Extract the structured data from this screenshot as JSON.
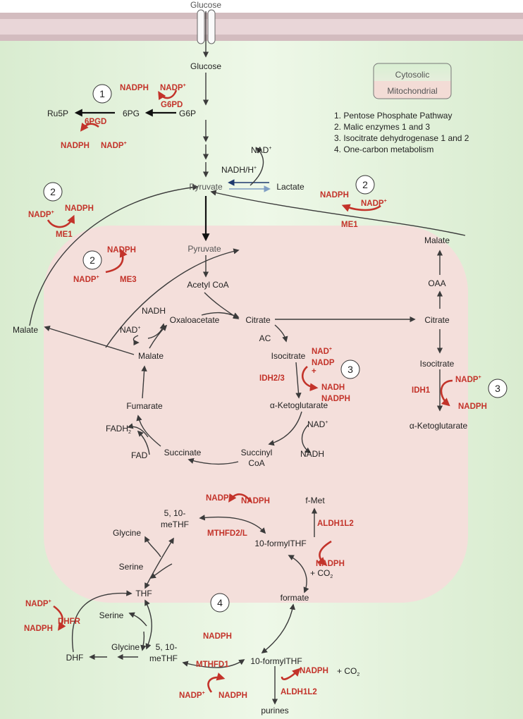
{
  "colors": {
    "cytosol": "#e2f2d8",
    "mitochondria": "#f4dfdb",
    "membrane": "#d9c3c6",
    "enzyme_red": "#c3332a",
    "arrow_dark": "#3b3b3b",
    "lactate_arrow_dark": "#1e3a6e",
    "lactate_arrow_light": "#7f9ec4"
  },
  "membrane": {
    "glucose_out": "Glucose"
  },
  "legend": {
    "cytosolic": "Cytosolic",
    "mitochondrial": "Mitochondrial",
    "items": [
      "1.  Pentose Phosphate Pathway",
      "2.  Malic enzymes 1 and 3",
      "3.  Isocitrate dehydrogenase 1 and 2",
      "4.  One-carbon metabolism"
    ]
  },
  "markers": {
    "one": "1",
    "two": "2",
    "three": "3",
    "four": "4"
  },
  "metabolites": {
    "glucose": "Glucose",
    "g6p": "G6P",
    "six_pg": "6PG",
    "ru5p": "Ru5P",
    "pyruvate": "Pyruvate",
    "lactate": "Lactate",
    "nadh_h": "NADH/H",
    "nad_plus": "NAD",
    "pyruvate_mito": "Pyruvate",
    "acetyl_coa": "Acetyl CoA",
    "citrate": "Citrate",
    "ac": "AC",
    "isocitrate": "Isocitrate",
    "akg": "α-Ketoglutarate",
    "succinyl_coa_1": "Succinyl",
    "succinyl_coa_2": "CoA",
    "succinate": "Succinate",
    "fumarate": "Fumarate",
    "malate": "Malate",
    "oxaloacetate": "Oxaloacetate",
    "nadh": "NADH",
    "fadh2": "FADH",
    "fad": "FAD",
    "malate_left": "Malate",
    "malate_right": "Malate",
    "oaa_right": "OAA",
    "citrate_right": "Citrate",
    "isocitrate_right": "Isocitrate",
    "akg_right": "α-Ketoglutarate",
    "f_met": "f-Met",
    "methf_m_1": "5, 10-",
    "methf_m_2": "meTHF",
    "formylthf_m": "10-formylTHF",
    "glycine_m": "Glycine",
    "serine_m": "Serine",
    "thf": "THF",
    "formate": "formate",
    "serine_c": "Serine",
    "glycine_c": "Glycine",
    "methf_c_1": "5, 10-",
    "methf_c_2": "meTHF",
    "dhf": "DHF",
    "formylthf_c": "10-formylTHF",
    "purines": "purines",
    "co2": "+ CO",
    "co2_c": "+ CO"
  },
  "cofactors": {
    "nadph": "NADPH",
    "nadp": "NADP",
    "nad": "NAD",
    "nadh": "NADH",
    "plus": "+",
    "two": "2"
  },
  "enzymes": {
    "g6pd": "G6PD",
    "six_pgd": "6PGD",
    "me1": "ME1",
    "me3": "ME3",
    "idh23": "IDH2/3",
    "idh1": "IDH1",
    "mthfd2l": "MTHFD2/L",
    "aldh1l2": "ALDH1L2",
    "dhfr": "DHFR",
    "mthfd1": "MTHFD1",
    "aldh1l2_c": "ALDH1L2"
  }
}
